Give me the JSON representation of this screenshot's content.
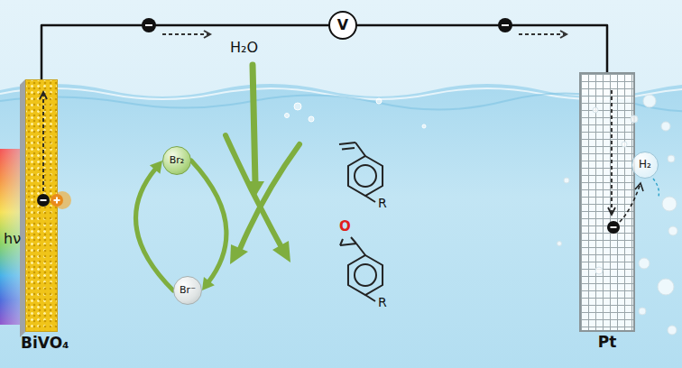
{
  "diagram": {
    "nodes": [
      {
        "text": [
          "V"
        ]
      },
      {
        "text": [
          "BiVO₄"
        ]
      },
      {
        "text": [
          "Br₂"
        ]
      },
      {
        "text": [
          "Br⁻"
        ]
      },
      {
        "text": [
          "Pt"
        ]
      },
      {
        "text": [
          "H₂"
        ]
      }
    ],
    "edges": [
      {
        "from": 1,
        "to": 0,
        "arrow": "none"
      },
      {
        "from": 0,
        "to": 4,
        "arrow": "none"
      },
      {
        "from": 3,
        "to": 2,
        "arrow": "to"
      },
      {
        "from": 2,
        "to": 3,
        "arrow": "to"
      }
    ],
    "labels": [
      "hν",
      "H₂O",
      "R",
      "O",
      "R"
    ]
  }
}
